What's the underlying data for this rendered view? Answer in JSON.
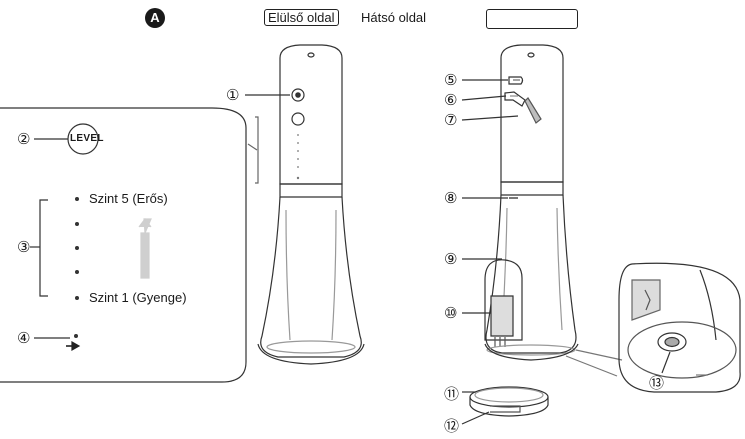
{
  "header": {
    "badge": "A",
    "front_label": "Elülső oldal",
    "back_label": "Hátsó oldal"
  },
  "callouts": [
    "①",
    "②",
    "③",
    "④",
    "⑤",
    "⑥",
    "⑦",
    "⑧",
    "⑨",
    "⑩",
    "⑪",
    "⑫",
    "⑬"
  ],
  "detail": {
    "level_button": "LEVEL",
    "level_top": "Szint 5 (Erős)",
    "level_bottom": "Szint 1 (Gyenge)"
  },
  "colors": {
    "line": "#333333",
    "fill": "#ffffff",
    "shade": "#c8c8c8",
    "dark": "#1a1a1a"
  }
}
